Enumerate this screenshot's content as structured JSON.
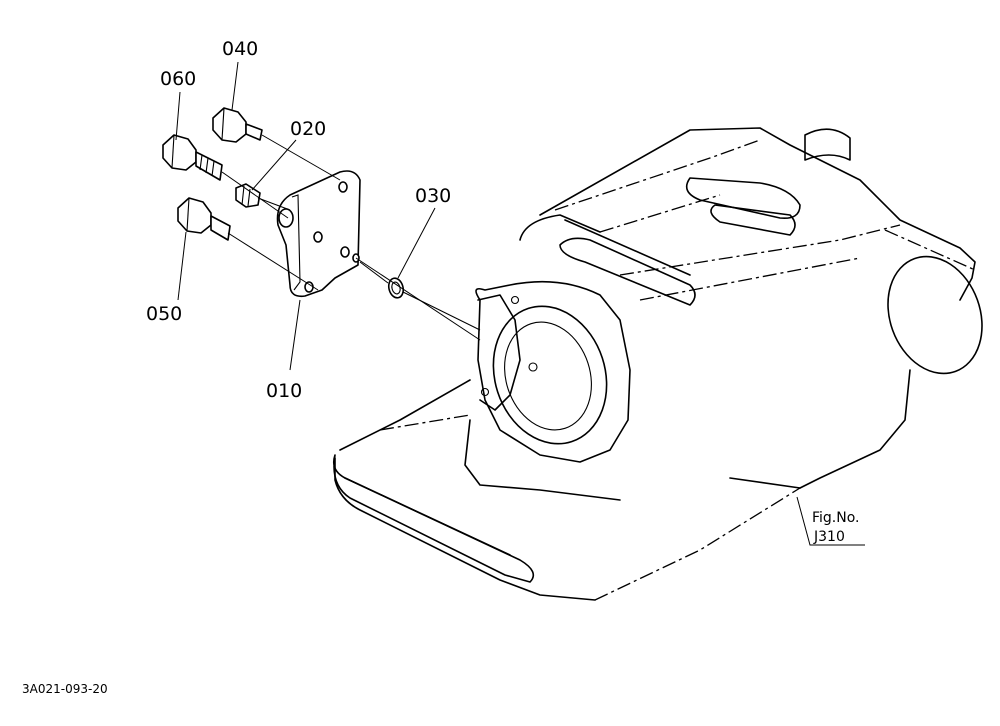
{
  "callouts": {
    "p010": "010",
    "p020": "020",
    "p030": "030",
    "p040": "040",
    "p050": "050",
    "p060": "060"
  },
  "figure_ref": {
    "line1": "Fig.No.",
    "line2": "J310"
  },
  "drawing_id": "3A021-093-20"
}
